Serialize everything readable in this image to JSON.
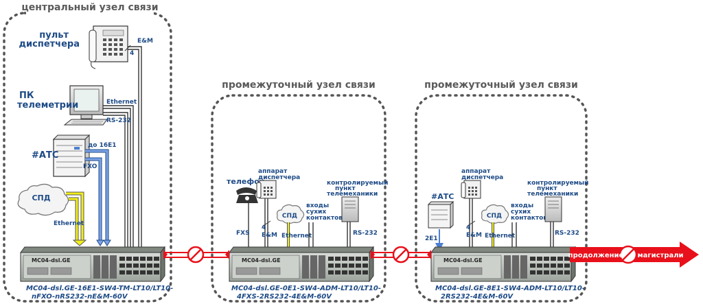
{
  "central": {
    "title": "центральный узел связи",
    "dispatcher_console": [
      "пульт",
      "диспетчера"
    ],
    "pc_telemetry": [
      "ПК",
      "телеметрии"
    ],
    "atc": "#АТС",
    "spd": "СПД",
    "em_label": "E&M",
    "em_count": "4",
    "ethernet_pc": "Ethernet",
    "rs232_pc": "RS-232",
    "up_to_16e1": "до 16E1",
    "fxo": "FXO",
    "ethernet_spd": "Ethernet",
    "device_name": "MC04-dsl.GE",
    "model_line1": "MC04-dsl.GE-16E1-SW4-TM-LT10/LT10-",
    "model_line2": "nFXO-nRS232-nE&M-60V"
  },
  "intermediate1": {
    "title": "промежуточный узел связи",
    "phone": "телефон",
    "dispatcher_unit": [
      "аппарат",
      "диспетчера"
    ],
    "controlled_point": [
      "контролируемый",
      "пункт",
      "телемеханики"
    ],
    "dry_contacts": [
      "входы",
      "сухих",
      "контактов"
    ],
    "spd": "СПД",
    "fxs": "FXS",
    "em_count": "4",
    "em_label": "E&M",
    "ethernet": "Ethernet",
    "rs232": "RS-232",
    "device_name": "MC04-dsl.GE",
    "model_line1": "MC04-dsl.GE-0E1-SW4-ADM-LT10/LT10-",
    "model_line2": "4FXS-2RS232-4E&M-60V"
  },
  "intermediate2": {
    "title": "промежуточный узел связи",
    "atc": "#АТС",
    "dispatcher_unit": [
      "аппарат",
      "диспетчера"
    ],
    "controlled_point": [
      "контролируемый",
      "пункт",
      "телемеханики"
    ],
    "dry_contacts": [
      "входы",
      "сухих",
      "контактов"
    ],
    "spd": "СПД",
    "e1": "2E1",
    "em_count": "4",
    "em_label": "E&M",
    "ethernet": "Ethernet",
    "rs232": "RS-232",
    "device_name": "MC04-dsl.GE",
    "model_line1": "MC04-dsl.GE-8E1-SW4-ADM-LT10/LT10-",
    "model_line2": "2RS232-4E&M-60V"
  },
  "trunk": {
    "continuation": "продолжение",
    "trunk": "магистрали"
  },
  "colors": {
    "red_line": "#e8101a",
    "blue_line": "#4d7fd0",
    "yellow_line": "#f2ee1c",
    "label_blue": "#1d4a86",
    "frame": "#555555"
  }
}
